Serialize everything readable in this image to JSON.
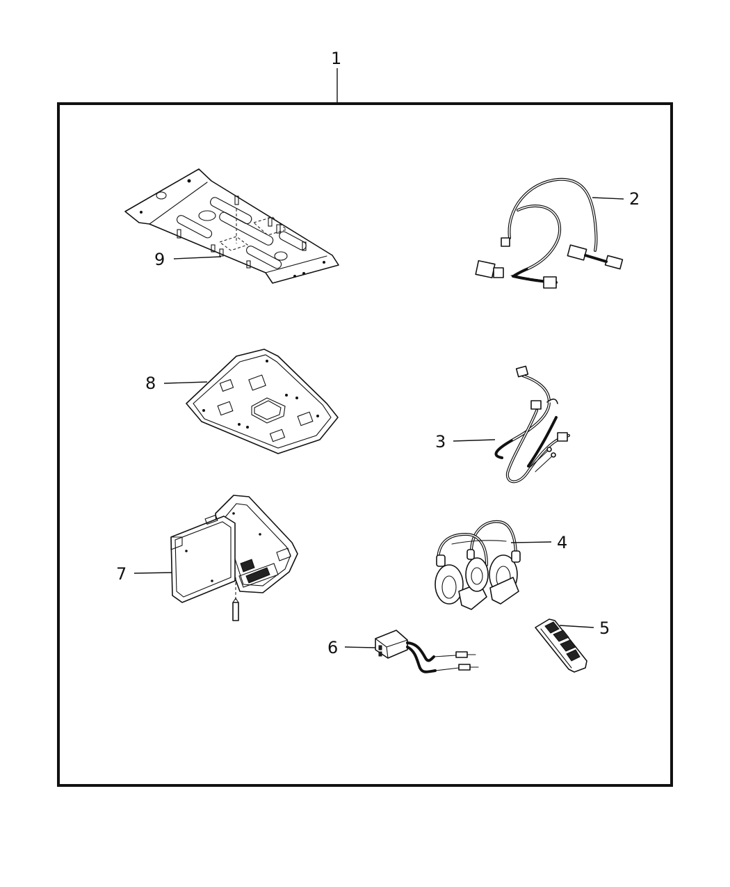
{
  "diagram": {
    "callouts": {
      "c1": "1",
      "c2": "2",
      "c3": "3",
      "c4": "4",
      "c5": "5",
      "c6": "6",
      "c7": "7",
      "c8": "8",
      "c9": "9"
    }
  }
}
